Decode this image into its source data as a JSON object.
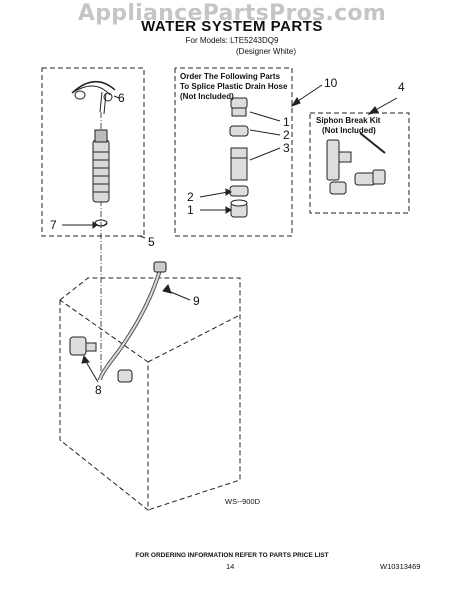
{
  "watermark": "AppliancePartsPros.com",
  "header": {
    "title": "WATER SYSTEM PARTS",
    "models": "For Models: LTE5243DQ9",
    "variant": "(Designer White)"
  },
  "splice_box": {
    "line1": "Order The Following Parts",
    "line2": "To Splice Plastic Drain Hose",
    "line3": "(Not Included)"
  },
  "siphon_box": {
    "line1": "Siphon Break Kit",
    "line2": "(Not Included)"
  },
  "callouts": {
    "c1a": "1",
    "c2a": "2",
    "c3": "3",
    "c2b": "2",
    "c1b": "1",
    "c4": "4",
    "c5": "5",
    "c6": "6",
    "c7": "7",
    "c8": "8",
    "c9": "9",
    "c10": "10"
  },
  "footer": {
    "figure_code": "WS--900D",
    "note": "FOR ORDERING INFORMATION REFER TO PARTS PRICE LIST",
    "page": "14",
    "doc_number": "W10313469"
  }
}
